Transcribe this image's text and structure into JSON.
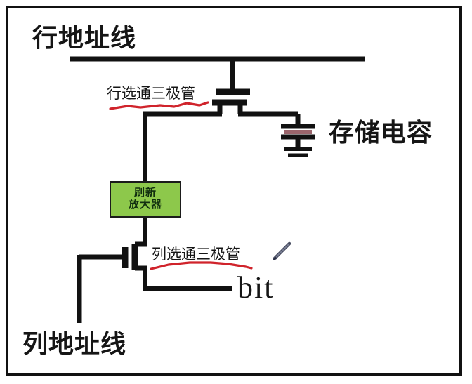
{
  "diagram": {
    "type": "dram-cell-circuit",
    "frame_color": "#111111",
    "background": "#ffffff",
    "labels": {
      "row_address_line": "行地址线",
      "row_select_transistor": "行选通三极管",
      "storage_capacitor": "存储电容",
      "column_select_transistor": "列选通三极管",
      "column_address_line": "列地址线",
      "bit_line": "bit"
    },
    "amplifier_box": {
      "line1": "刷新",
      "line2": "放大器",
      "fill_color": "#8DC84B",
      "border_color": "#1b1b1b"
    },
    "annotation": {
      "underline_color": "#d0232b",
      "pencil_icon": "pencil-icon"
    },
    "wire_color": "#111111",
    "capacitor_hatch_color": "#8a4a52"
  }
}
